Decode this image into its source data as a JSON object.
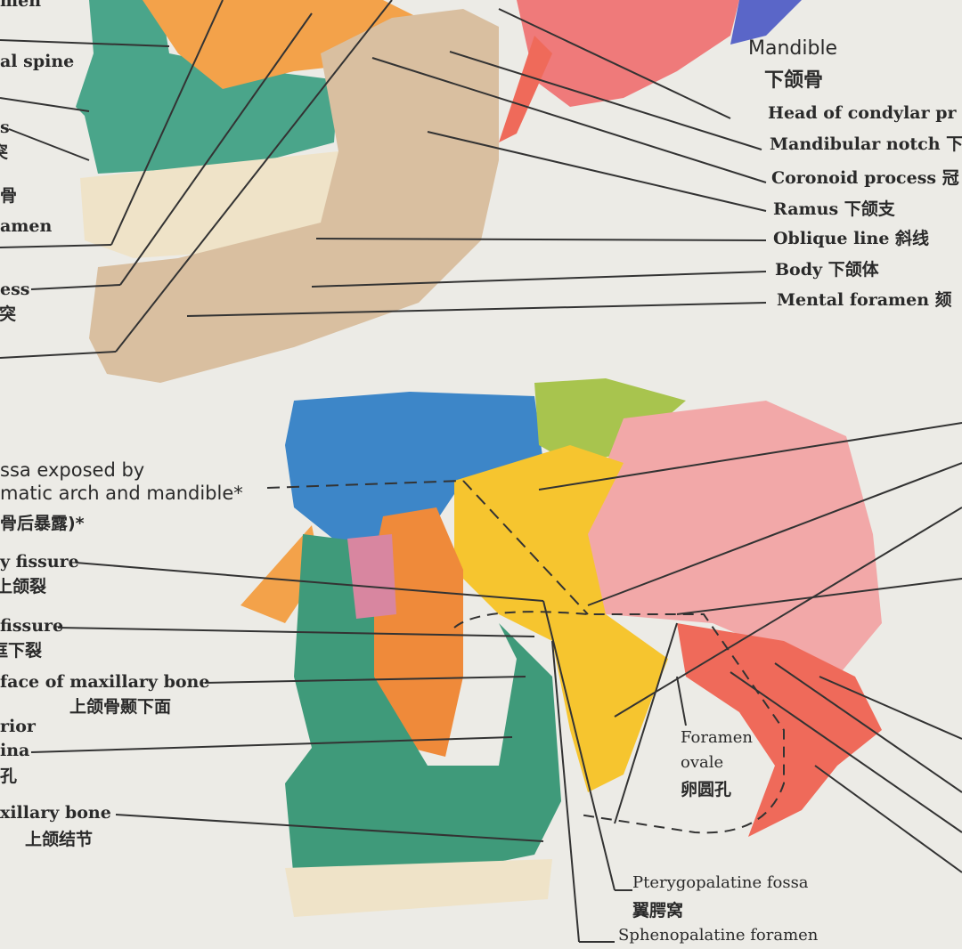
{
  "colors": {
    "paper": "#ecebe6",
    "maxilla_green": "#3f9a7a",
    "mandible_beige": "#d9bfa0",
    "zygomatic_orange": "#f3a24a",
    "sphenoid_yellow": "#f6c52f",
    "temporal_pink": "#f0a0a0",
    "frontal_blue": "#3d86c8",
    "red_pink": "#ef5a5a",
    "palatine_green": "#a8c44e"
  },
  "top": {
    "title_en": "Mandible",
    "title_zh": "下颌骨",
    "right_labels": [
      "Head of condylar pr",
      "Mandibular notch 下",
      "Coronoid process 冠",
      "Ramus 下颌支",
      "Oblique line 斜线",
      "Body 下颌体",
      "Mental foramen 颏"
    ],
    "left_labels": [
      "men",
      "al spine",
      "s",
      "突",
      "骨",
      "amen",
      "ess",
      "颌突"
    ]
  },
  "bottom": {
    "left_labels": [
      {
        "en": "ssa exposed by",
        "en2": "matic arch and mandible*",
        "zh": "骨后暴露)*"
      },
      {
        "en": "y fissure",
        "zh": "上颌裂"
      },
      {
        "en": "fissure",
        "zh": "眶下裂"
      },
      {
        "en": "face of maxillary bone",
        "zh": "上颌骨颞下面"
      },
      {
        "en": "rior",
        "en2": "ina",
        "zh": "孔"
      },
      {
        "en": "xillary bone",
        "zh": "上颌结节"
      }
    ],
    "foramen_ovale": {
      "en1": "Foramen",
      "en2": "ovale",
      "zh": "卵圆孔"
    },
    "pterygopalatine": {
      "en": "Pterygopalatine fossa",
      "zh": "翼腭窝"
    },
    "sphenopalatine": {
      "en": "Sphenopalatine foramen"
    }
  }
}
